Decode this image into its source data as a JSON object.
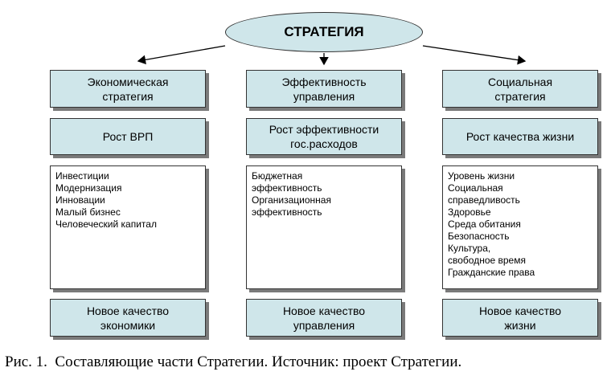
{
  "root": {
    "label": "СТРАТЕГИЯ"
  },
  "columns": [
    {
      "header": "Экономическая\nстратегия",
      "goal": "Рост ВРП",
      "items": [
        "Инвестиции",
        "Модернизация",
        "Инновации",
        "Малый бизнес",
        "Человеческий капитал"
      ],
      "outcome": "Новое качество\nэкономики"
    },
    {
      "header": "Эффективность\nуправления",
      "goal": "Рост эффективности\nгос.расходов",
      "items": [
        "Бюджетная\nэффективность",
        "Организационная\nэффективность"
      ],
      "outcome": "Новое качество\nуправления"
    },
    {
      "header": "Социальная\nстратегия",
      "goal": "Рост качества жизни",
      "items": [
        "Уровень жизни",
        "Социальная\nсправедливость",
        "Здоровье",
        "Среда обитания",
        "Безопасность",
        "Культура,\nсвободное время",
        "Гражданские права"
      ],
      "outcome": "Новое качество\nжизни"
    }
  ],
  "caption": "Рис. 1.  Составляющие части Стратегии. Источник: проект Стратегии.",
  "colors": {
    "box_fill": "#cfe6ea",
    "border": "#333333",
    "shadow": "#7a7a7a"
  }
}
